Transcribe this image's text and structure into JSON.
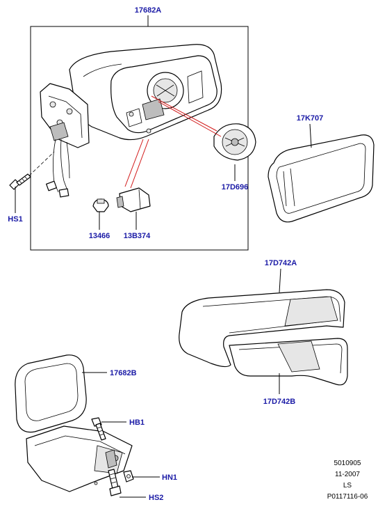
{
  "callouts": {
    "mirror_assembly": "17682A",
    "actuator": "17D696",
    "glass": "17K707",
    "screw_hs1": "HS1",
    "bulb": "13466",
    "lamp_holder": "13B374",
    "cap": "17D742A",
    "cap_inner": "17D742B",
    "base": "17682B",
    "bolt_hb1": "HB1",
    "nut_hn1": "HN1",
    "screw_hs2": "HS2"
  },
  "meta": {
    "line1": "5010905",
    "line2": "11-2007",
    "line3": "LS",
    "line4": "P0117116-06"
  },
  "colors": {
    "callout": "#1a1aa6",
    "leader_red": "#d21a1a",
    "line": "#000000"
  }
}
